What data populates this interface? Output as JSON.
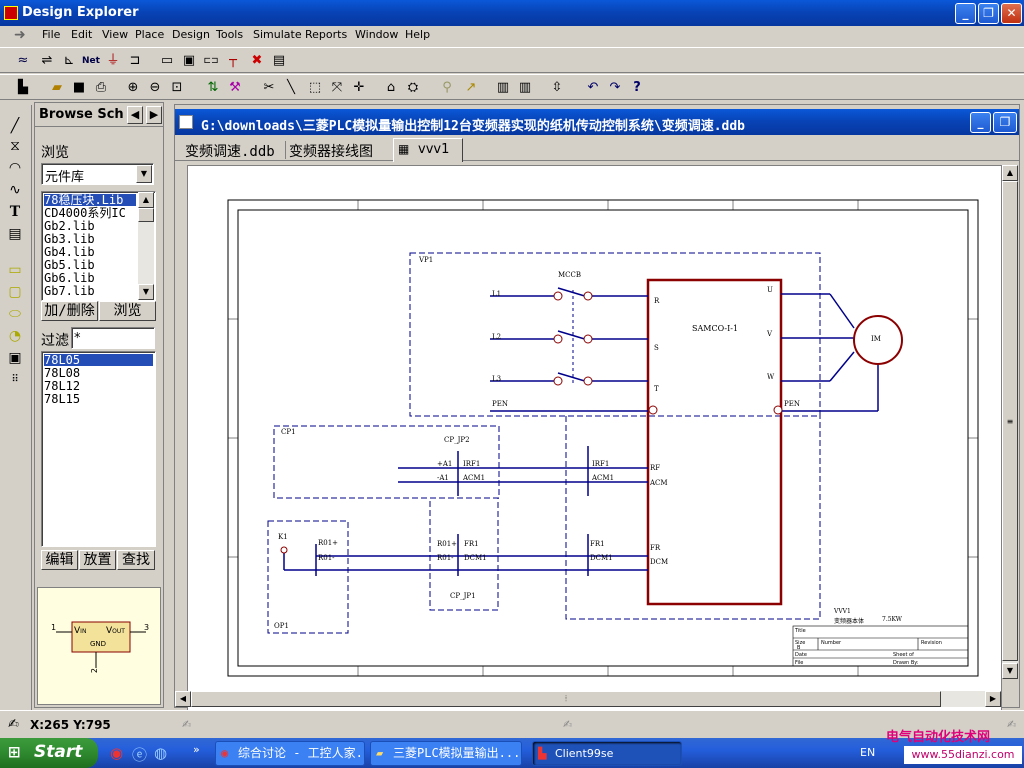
{
  "app": {
    "title": "Design Explorer"
  },
  "menu": [
    "File",
    "Edit",
    "View",
    "Place",
    "Design",
    "Tools",
    "Simulate",
    "Reports",
    "Window",
    "Help"
  ],
  "panel": {
    "tab_label": "Browse Sch",
    "browse_label": "浏览",
    "combo_value": "元件库",
    "libraries": [
      "78稳压块.Lib",
      "CD4000系列IC",
      "Gb2.lib",
      "Gb3.lib",
      "Gb4.lib",
      "Gb5.lib",
      "Gb6.lib",
      "Gb7.lib"
    ],
    "add_remove": "加/删除",
    "browse_btn": "浏览",
    "filter_label": "过滤",
    "filter_value": "*",
    "components": [
      "78L05",
      "78L08",
      "78L12",
      "78L15"
    ],
    "edit_btn": "编辑",
    "place_btn": "放置",
    "find_btn": "查找",
    "preview": {
      "pin1": "1",
      "pin3": "3",
      "pin2": "2",
      "vin": "V",
      "vin_sub": "IN",
      "vout": "V",
      "vout_sub": "OUT",
      "gnd": "GND"
    }
  },
  "document": {
    "path": "G:\\downloads\\三菱PLC模拟量输出控制12台变频器实现的纸机传动控制系统\\变频调速.ddb",
    "tabs": [
      "变频调速.ddb",
      "变频器接线图",
      "vvv1"
    ]
  },
  "schematic": {
    "vp1": "VP1",
    "cp1": "CP1",
    "op1": "OP1",
    "mccb": "MCCB",
    "l1": "L1",
    "l2": "L2",
    "l3": "L3",
    "pen_left": "PEN",
    "pen_right": "PEN",
    "inverter": "SAMCO-I-1",
    "pin_r": "R",
    "pin_s": "S",
    "pin_t": "T",
    "pin_u": "U",
    "pin_v": "V",
    "pin_w": "W",
    "pin_rf": "RF",
    "pin_acm": "ACM",
    "pin_fr": "FR",
    "pin_dcm": "DCM",
    "motor": "IM",
    "cp_jp2": "CP_JP2",
    "cp_jp1": "CP_JP1",
    "a1p": "+A1",
    "a1m": "-A1",
    "irf1a": "IRF1",
    "acm1a": "ACM1",
    "irf1b": "IRF1",
    "acm1b": "ACM1",
    "k1": "K1",
    "r01p": "R01+",
    "r01m": "R01-",
    "r01p2": "R01+",
    "r01m2": "R01-",
    "fr1a": "FR1",
    "dcm1a": "DCM1",
    "fr1b": "FR1",
    "dcm1b": "DCM1",
    "tb_name": "VVV1",
    "tb_sub": "变频器本体",
    "tb_kw": "7.5KW",
    "tb_title": "Title",
    "tb_size": "Size",
    "tb_number": "Number",
    "tb_rev": "Revision",
    "tb_b": "B",
    "tb_date": "Date",
    "tb_file": "File",
    "tb_sheet": "Sheet of",
    "tb_drawn": "Drawn By:"
  },
  "status": {
    "coords": "X:265 Y:795"
  },
  "taskbar": {
    "start": "Start",
    "tasks": [
      "综合讨论 - 工控人家...",
      "三菱PLC模拟量输出...",
      "Client99se"
    ],
    "lang": "EN",
    "watermark_top": "电气自动化技术网",
    "watermark_url": "www.55dianzi.com"
  }
}
